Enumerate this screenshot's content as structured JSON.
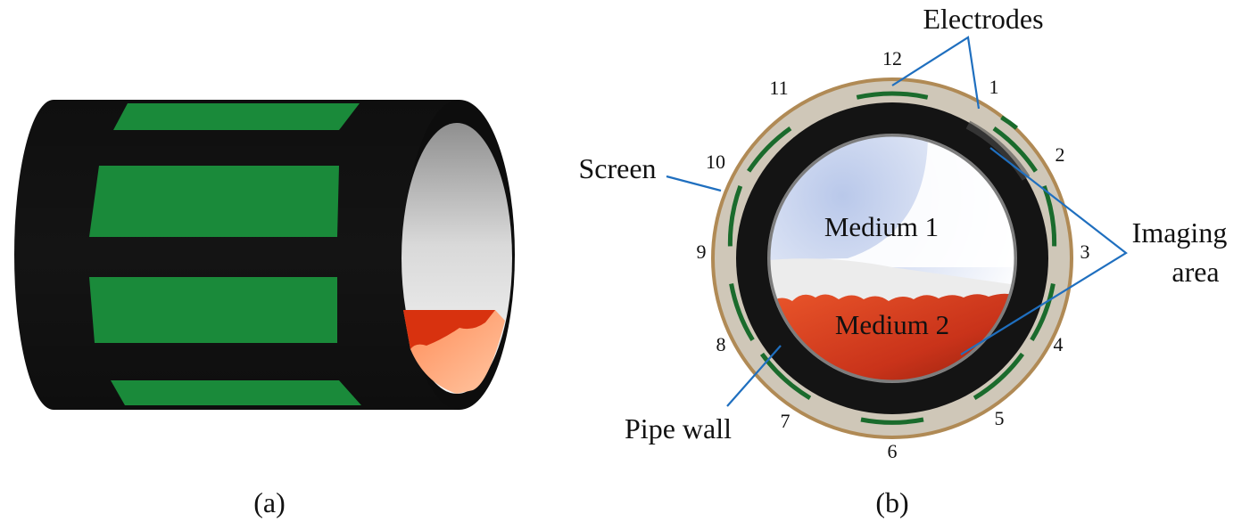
{
  "panels": {
    "a": {
      "caption": "(a)"
    },
    "b": {
      "caption": "(b)"
    }
  },
  "labels": {
    "electrodes": "Electrodes",
    "screen": "Screen",
    "imaging_line1": "Imaging",
    "imaging_line2": "area",
    "pipe_wall": "Pipe wall",
    "medium1": "Medium 1",
    "medium2": "Medium 2"
  },
  "electrode_numbers": [
    "1",
    "2",
    "3",
    "4",
    "5",
    "6",
    "7",
    "8",
    "9",
    "10",
    "11",
    "12"
  ],
  "colors": {
    "pipe": "#151515",
    "electrode": "#1a8a3a",
    "screen": "#cfc7b8",
    "screen_edge": "#b08a55",
    "medium2": "#d8451f",
    "medium1": "#c8d4ec",
    "leader": "#1f6fbf"
  }
}
